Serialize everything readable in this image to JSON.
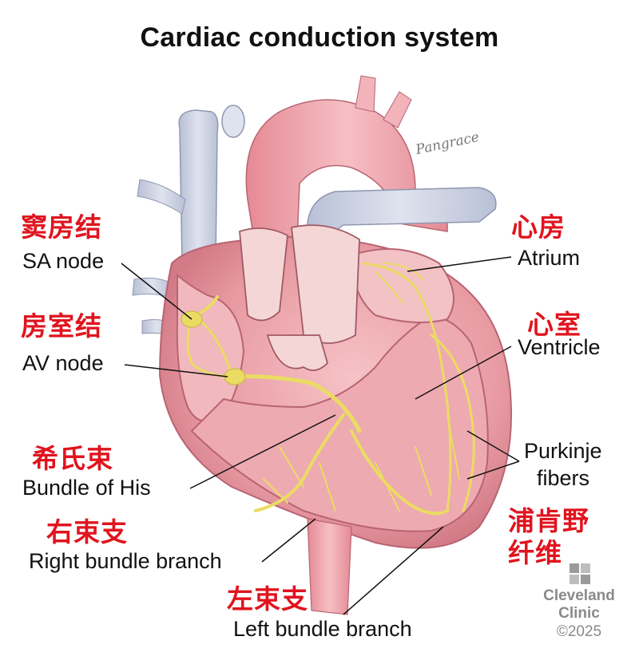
{
  "title": "Cardiac conduction system",
  "labels": {
    "sa_node": "SA node",
    "av_node": "AV node",
    "bundle_his": "Bundle of His",
    "right_bundle": "Right bundle branch",
    "left_bundle": "Left bundle branch",
    "atrium": "Atrium",
    "ventricle": "Ventricle",
    "purkinje_1": "Purkinje",
    "purkinje_2": "fibers"
  },
  "annotations_cn": {
    "sa_node": "窦房结",
    "av_node": "房室结",
    "bundle_his": "希氏束",
    "right_bundle": "右束支",
    "left_bundle": "左束支",
    "atrium": "心房",
    "ventricle": "心室",
    "purkinje_1": "浦肯野",
    "purkinje_2": "纤维"
  },
  "artist_signature": "Pangrace",
  "brand": {
    "name_1": "Cleveland",
    "name_2": "Clinic",
    "copyright": "©2025"
  },
  "colors": {
    "heart_pink": "#e89aa2",
    "vessel_blue": "#c9cfe0",
    "conduction_yellow": "#eadc62",
    "annotation_red": "#e0141e"
  }
}
